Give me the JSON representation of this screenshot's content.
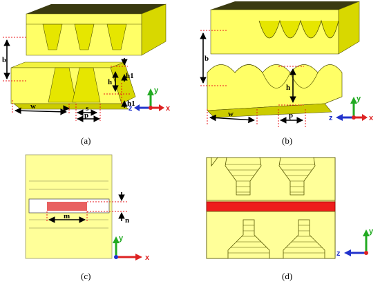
{
  "colors": {
    "body_yellow": "#ffff66",
    "face_light": "#ffff99",
    "outline": "#333300",
    "dim_red": "#e8141a",
    "stripline_red": "#ee1c1c",
    "patch_red": "#e86060",
    "axis_y_green": "#22aa22",
    "axis_z_blue": "#2233cc",
    "axis_x_red": "#dd2222"
  },
  "panels": {
    "a": {
      "caption": "(a)",
      "labels": {
        "b": "b",
        "h": "h",
        "h1_top": "h1",
        "h1_bottom": "h1",
        "w": "w",
        "s": "s",
        "p": "p"
      },
      "axes": {
        "y": "y",
        "z": "z",
        "x": "x"
      }
    },
    "b": {
      "caption": "(b)",
      "labels": {
        "b": "b",
        "h": "h",
        "w": "w",
        "p": "p"
      },
      "axes": {
        "y": "y",
        "z": "z",
        "x": "x"
      }
    },
    "c": {
      "caption": "(c)",
      "labels": {
        "m": "m",
        "n": "n"
      },
      "axes": {
        "y": "y",
        "x": "x"
      }
    },
    "d": {
      "caption": "(d)",
      "axes": {
        "y": "y",
        "z": "z"
      }
    }
  }
}
